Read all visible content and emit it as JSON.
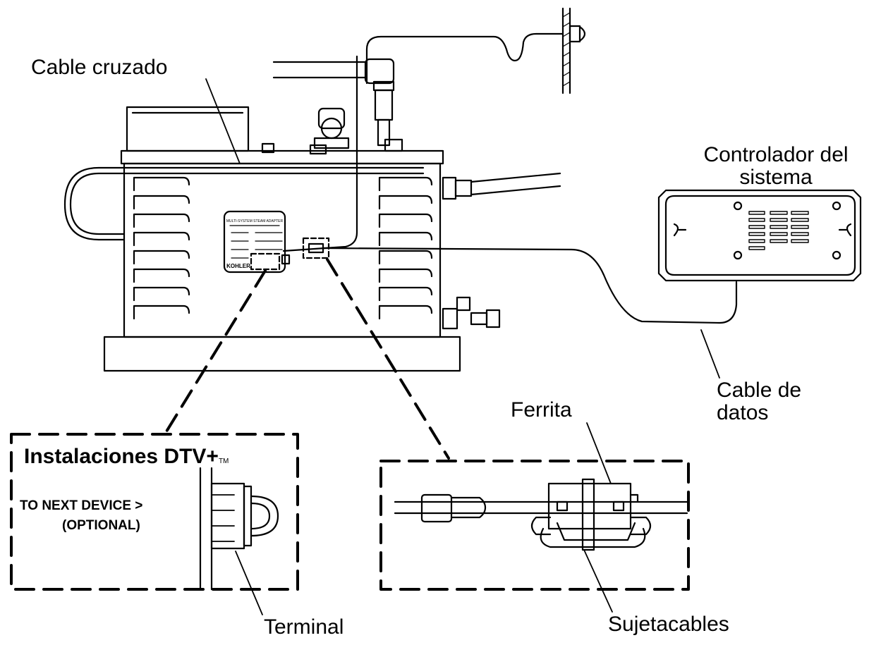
{
  "labels": {
    "crossover_cable": "Cable cruzado",
    "system_controller_line1": "Controlador del",
    "system_controller_line2": "sistema",
    "data_cable_line1": "Cable de",
    "data_cable_line2": "datos",
    "ferrite": "Ferrita",
    "terminal": "Terminal",
    "cable_ties": "Sujetacables"
  },
  "inset_left": {
    "title": "Instalaciones DTV+",
    "title_mark": "TM",
    "line1": "TO NEXT DEVICE >",
    "line2": "(OPTIONAL)"
  },
  "adapter_plate": {
    "header": "MULTI-SYSTEM STEAM ADAPTER",
    "brand": "KOHLER"
  }
}
